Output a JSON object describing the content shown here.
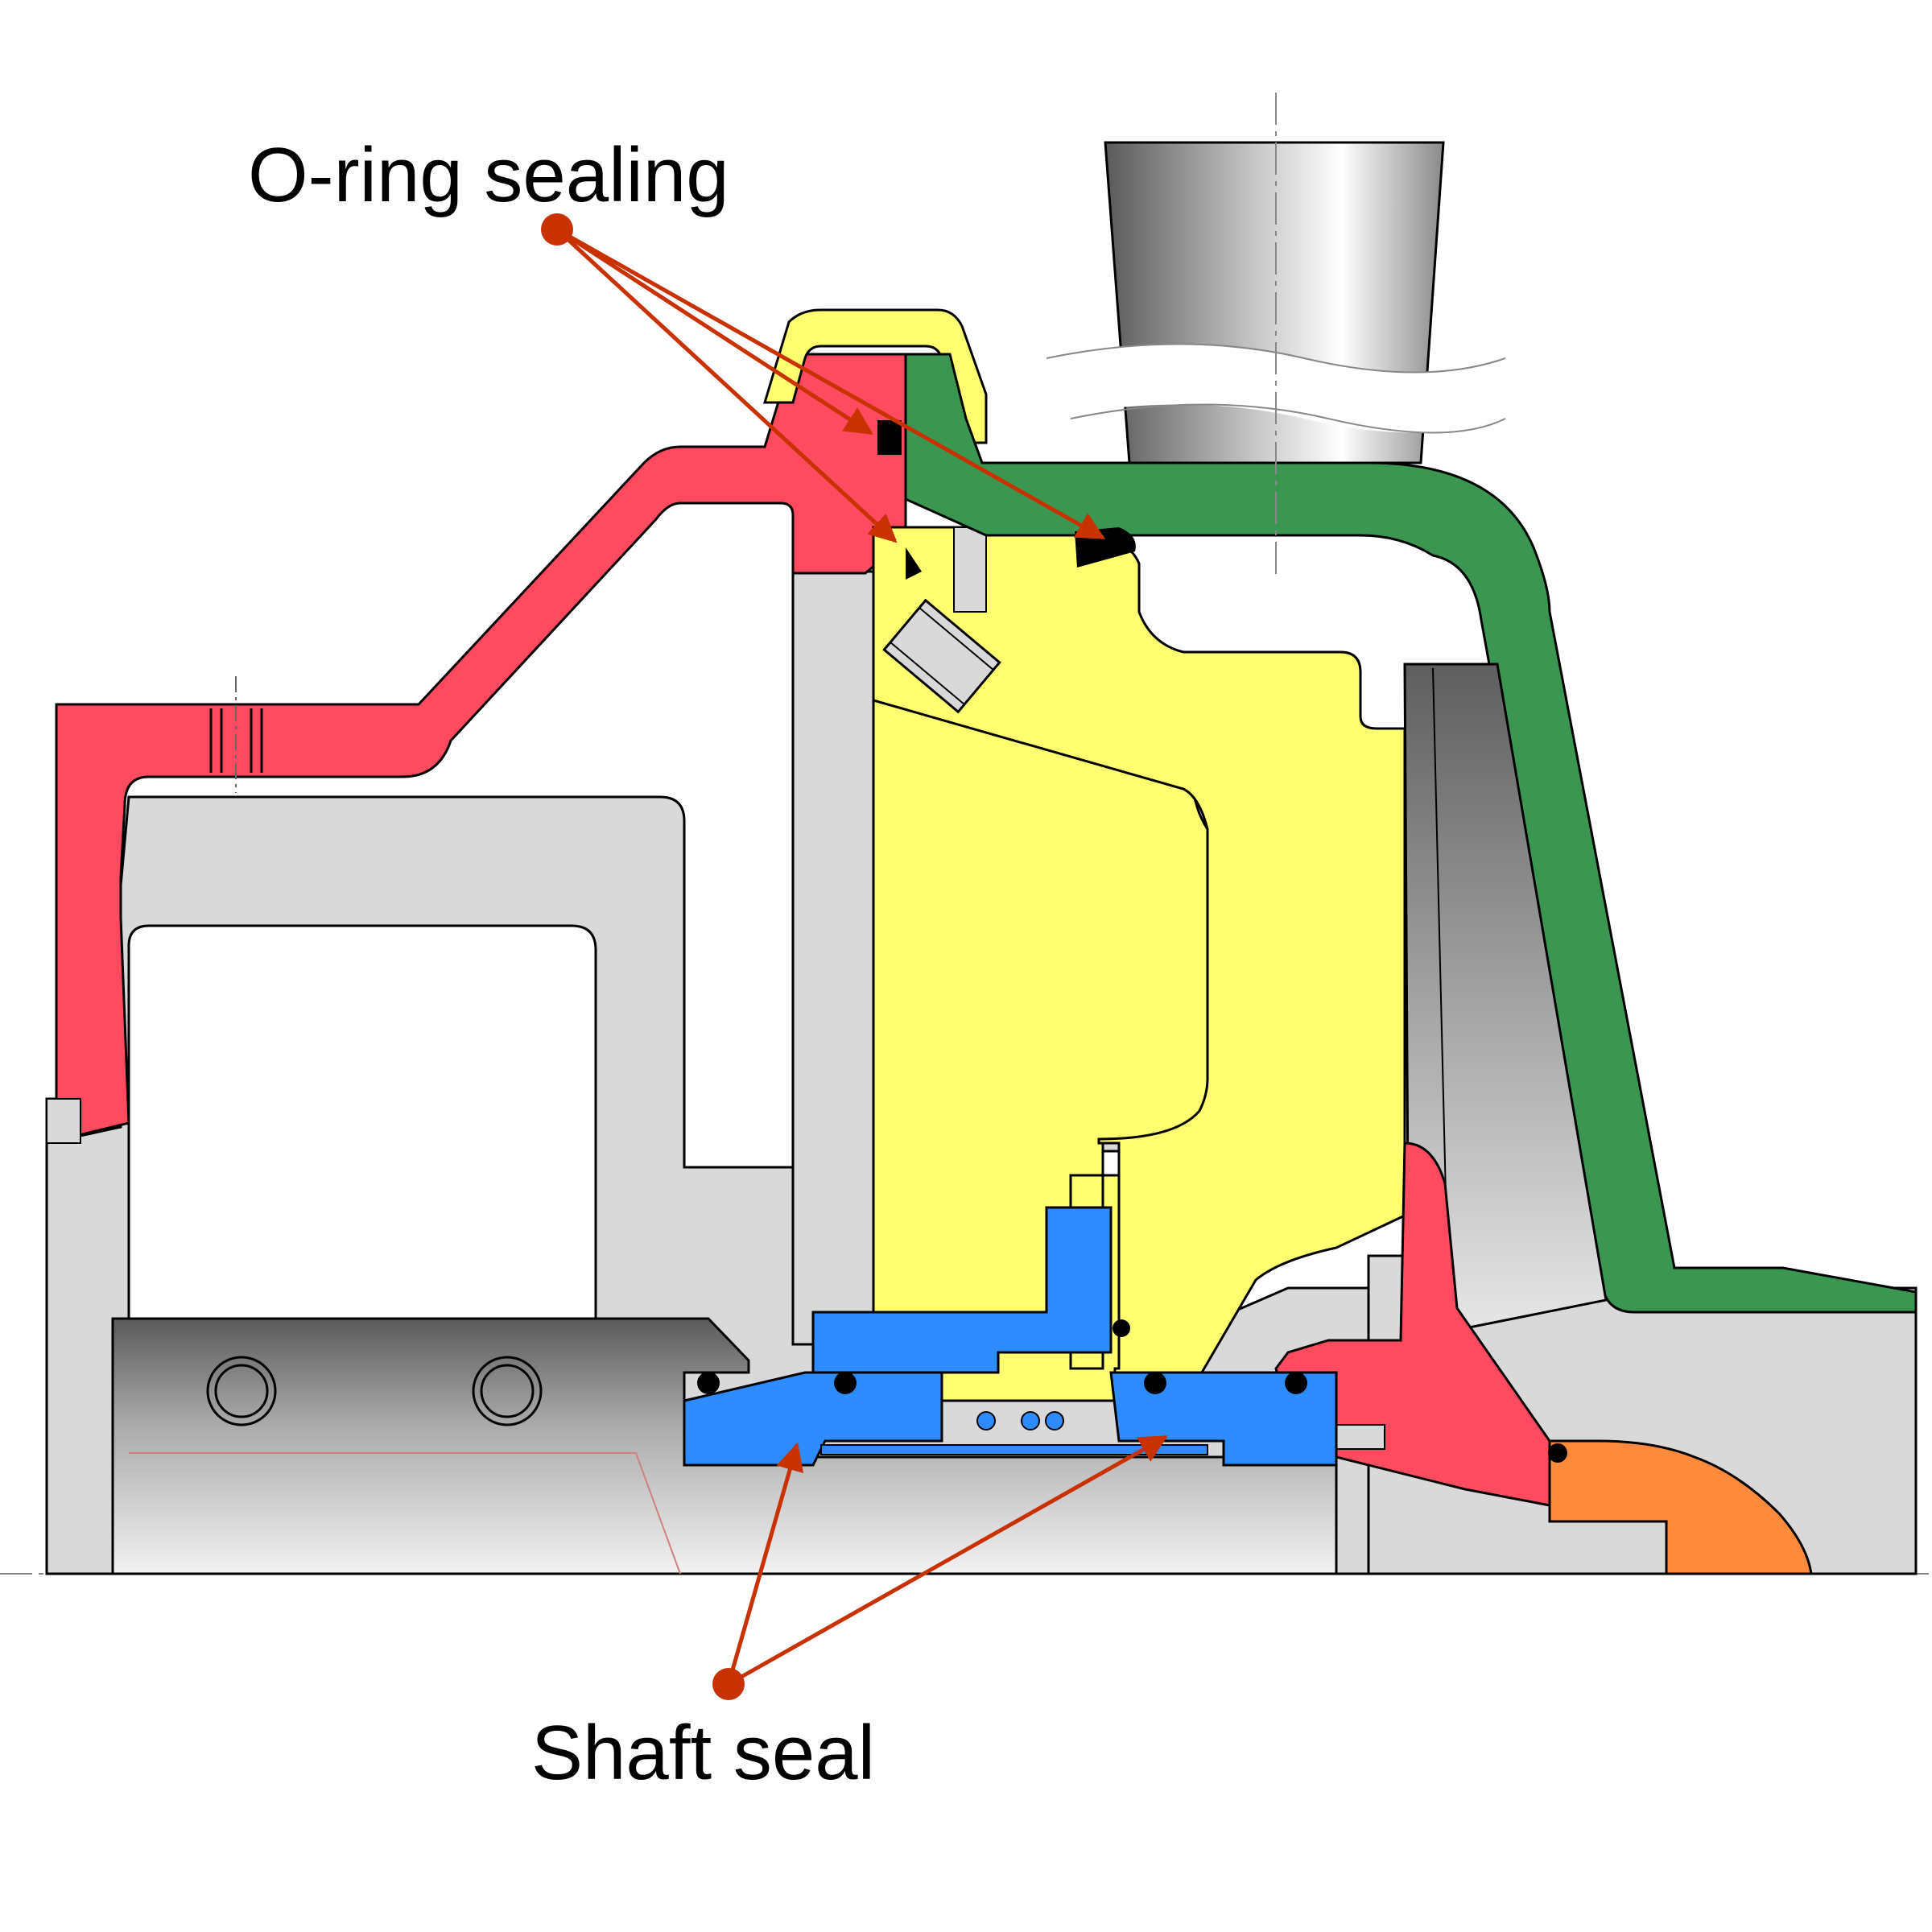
{
  "labels": {
    "oring": "O-ring sealing",
    "shaft": "Shaft seal"
  },
  "colors": {
    "background": "#ffffff",
    "outline": "#000000",
    "body_gray": "#d9d9d9",
    "casing_red": "#ff4a60",
    "cover_green": "#3a9650",
    "bracket_yellow": "#ffff70",
    "seal_blue": "#2f8cff",
    "nut_orange": "#ff8a3c",
    "pointer_red": "#c83200",
    "oring_black": "#000000"
  },
  "icons": {
    "pointer_dot": "filled-circle",
    "pointer_arrow": "arrowhead"
  }
}
